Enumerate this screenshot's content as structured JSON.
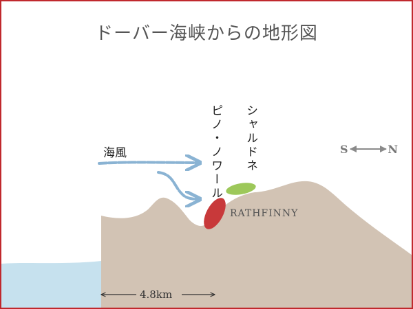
{
  "title": "ドーバー海峡からの地形図",
  "labels": {
    "pinot_noir": "ピノ・ノワール",
    "chardonnay": "シャルドネ",
    "sea_wind": "海風",
    "brand": "RATHFINNY",
    "scale": "4.8km"
  },
  "compass": {
    "south": "S",
    "north": "N"
  },
  "colors": {
    "border": "#c0282d",
    "land": "#d2c3b4",
    "sea": "#c6e1ee",
    "wind_arrow": "#8ab3d3",
    "pinot_noir_plot": "#c8393a",
    "chardonnay_plot": "#9dc85a",
    "compass_arrow": "#8a8a8a"
  },
  "icons": [
    "wind-arrow-icon",
    "compass-arrow-icon"
  ]
}
